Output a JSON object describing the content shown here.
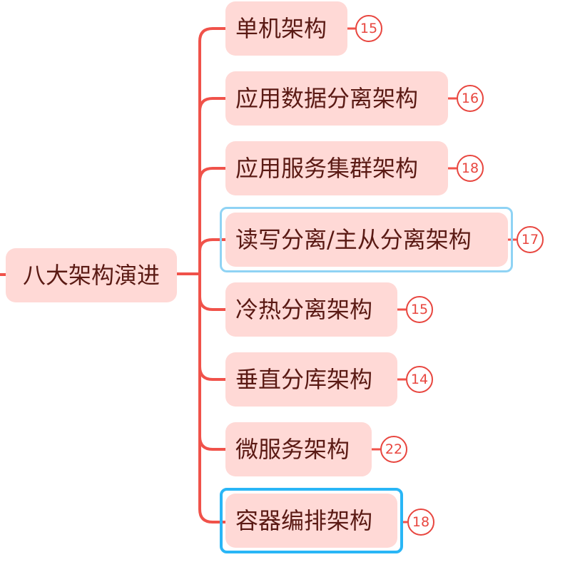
{
  "root": {
    "label": "八大架构演进"
  },
  "branches": [
    {
      "label": "单机架构",
      "badge": "15"
    },
    {
      "label": "应用数据分离架构",
      "badge": "16"
    },
    {
      "label": "应用服务集群架构",
      "badge": "18"
    },
    {
      "label": "读写分离/主从分离架构",
      "badge": "17",
      "selected": "hover"
    },
    {
      "label": "冷热分离架构",
      "badge": "15"
    },
    {
      "label": "垂直分库架构",
      "badge": "14"
    },
    {
      "label": "微服务架构",
      "badge": "22"
    },
    {
      "label": "容器编排架构",
      "badge": "18",
      "selected": "active"
    }
  ],
  "colors": {
    "node_fill": "#ffd9d6",
    "node_text": "#5a1a14",
    "connector": "#f0524a",
    "badge": "#e8463f",
    "selection_light": "#8fd3f4",
    "selection_strong": "#29b6f6"
  }
}
